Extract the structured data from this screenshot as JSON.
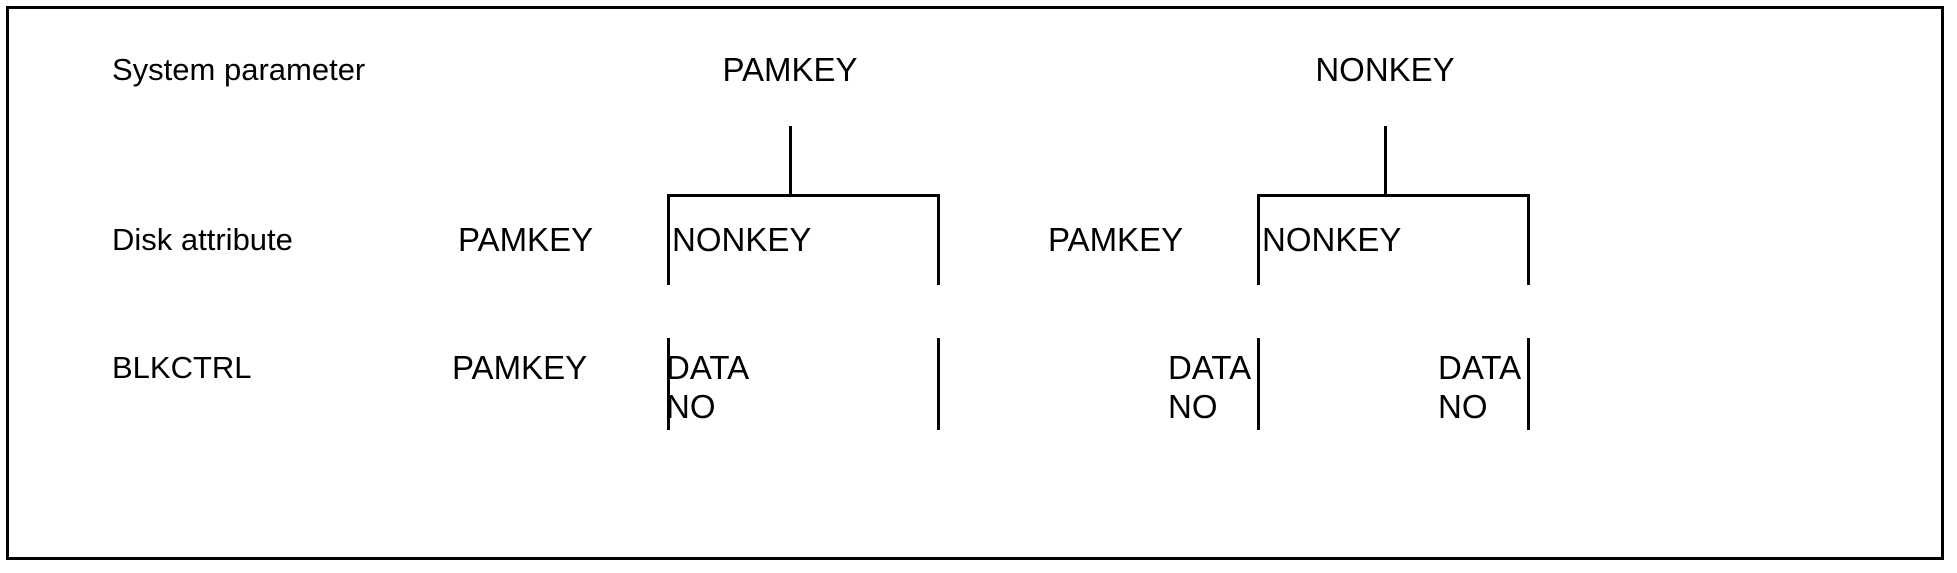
{
  "figure": {
    "title": "PAMKEY / NONKEY system parameter and disk attribute resolution tree",
    "border_color": "#000000",
    "background_color": "#ffffff",
    "text_color": "#000000"
  },
  "row_labels": [
    {
      "id": "system-parameter",
      "text": "System parameter"
    },
    {
      "id": "disk-attribute",
      "text": "Disk attribute"
    },
    {
      "id": "blkctrl",
      "text": "BLKCTRL"
    }
  ],
  "trees": [
    {
      "id": "tree-pamkey",
      "root": {
        "text": "PAMKEY"
      },
      "children": [
        {
          "id": "left-branch-pamkey",
          "disk_attribute": "PAMKEY",
          "blkctrl_line1": "PAMKEY",
          "blkctrl_line2": ""
        },
        {
          "id": "left-branch-nonkey",
          "disk_attribute": "NONKEY",
          "blkctrl_line1": "DATA",
          "blkctrl_line2": "NO"
        }
      ]
    },
    {
      "id": "tree-nonkey",
      "root": {
        "text": "NONKEY"
      },
      "children": [
        {
          "id": "right-branch-pamkey",
          "disk_attribute": "PAMKEY",
          "blkctrl_line1": "DATA",
          "blkctrl_line2": "NO"
        },
        {
          "id": "right-branch-nonkey",
          "disk_attribute": "NONKEY",
          "blkctrl_line1": "DATA",
          "blkctrl_line2": "NO"
        }
      ]
    }
  ]
}
